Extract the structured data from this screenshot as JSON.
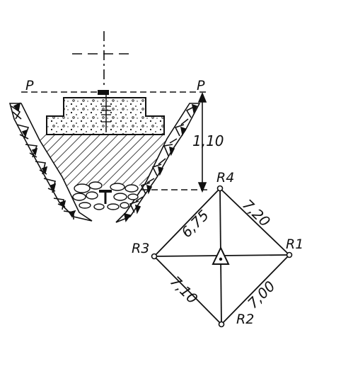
{
  "section": {
    "plane_label_left": "P",
    "plane_label_right": "P",
    "depth_value": "1,10"
  },
  "reference_points": [
    {
      "id": "r1",
      "label": "R1"
    },
    {
      "id": "r2",
      "label": "R2"
    },
    {
      "id": "r3",
      "label": "R3"
    },
    {
      "id": "r4",
      "label": "R4"
    }
  ],
  "distances": {
    "r3_r4": "6,75",
    "r4_r1": "7,20",
    "r3_r2": "7,10",
    "r1_r2": "7,00"
  },
  "colors": {
    "ink": "#111111",
    "paper": "#ffffff"
  }
}
